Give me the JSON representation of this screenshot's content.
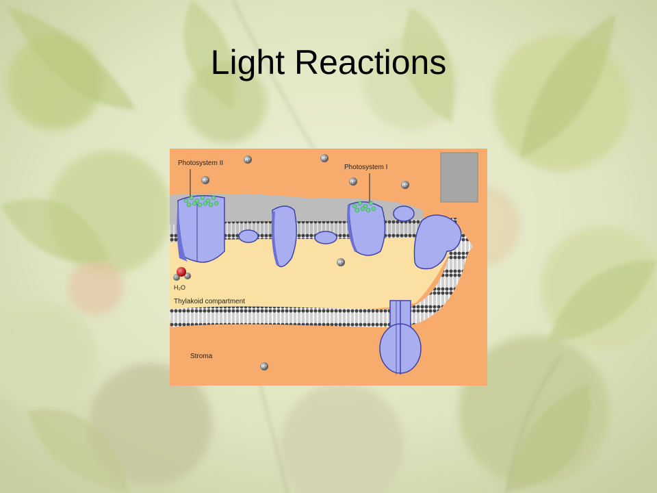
{
  "slide": {
    "title": "Light Reactions"
  },
  "diagram": {
    "labels": {
      "photosystem_2": "Photosystem II",
      "photosystem_1": "Photosystem I",
      "thylakoid": "Thylakoid compartment",
      "stroma": "Stroma",
      "water": "H₂O",
      "proton": "H⁺"
    },
    "colors": {
      "orange": "#f7ab6c",
      "cream": "#fae0a2",
      "protein": "#a9aef0",
      "protein_dark": "#5a5ec8",
      "membrane_gray": "#bcbcbc",
      "chlorophyll": "#6ad08a",
      "proton_sphere": "#7d7d7d",
      "oxygen": "#cc1f1f"
    }
  }
}
